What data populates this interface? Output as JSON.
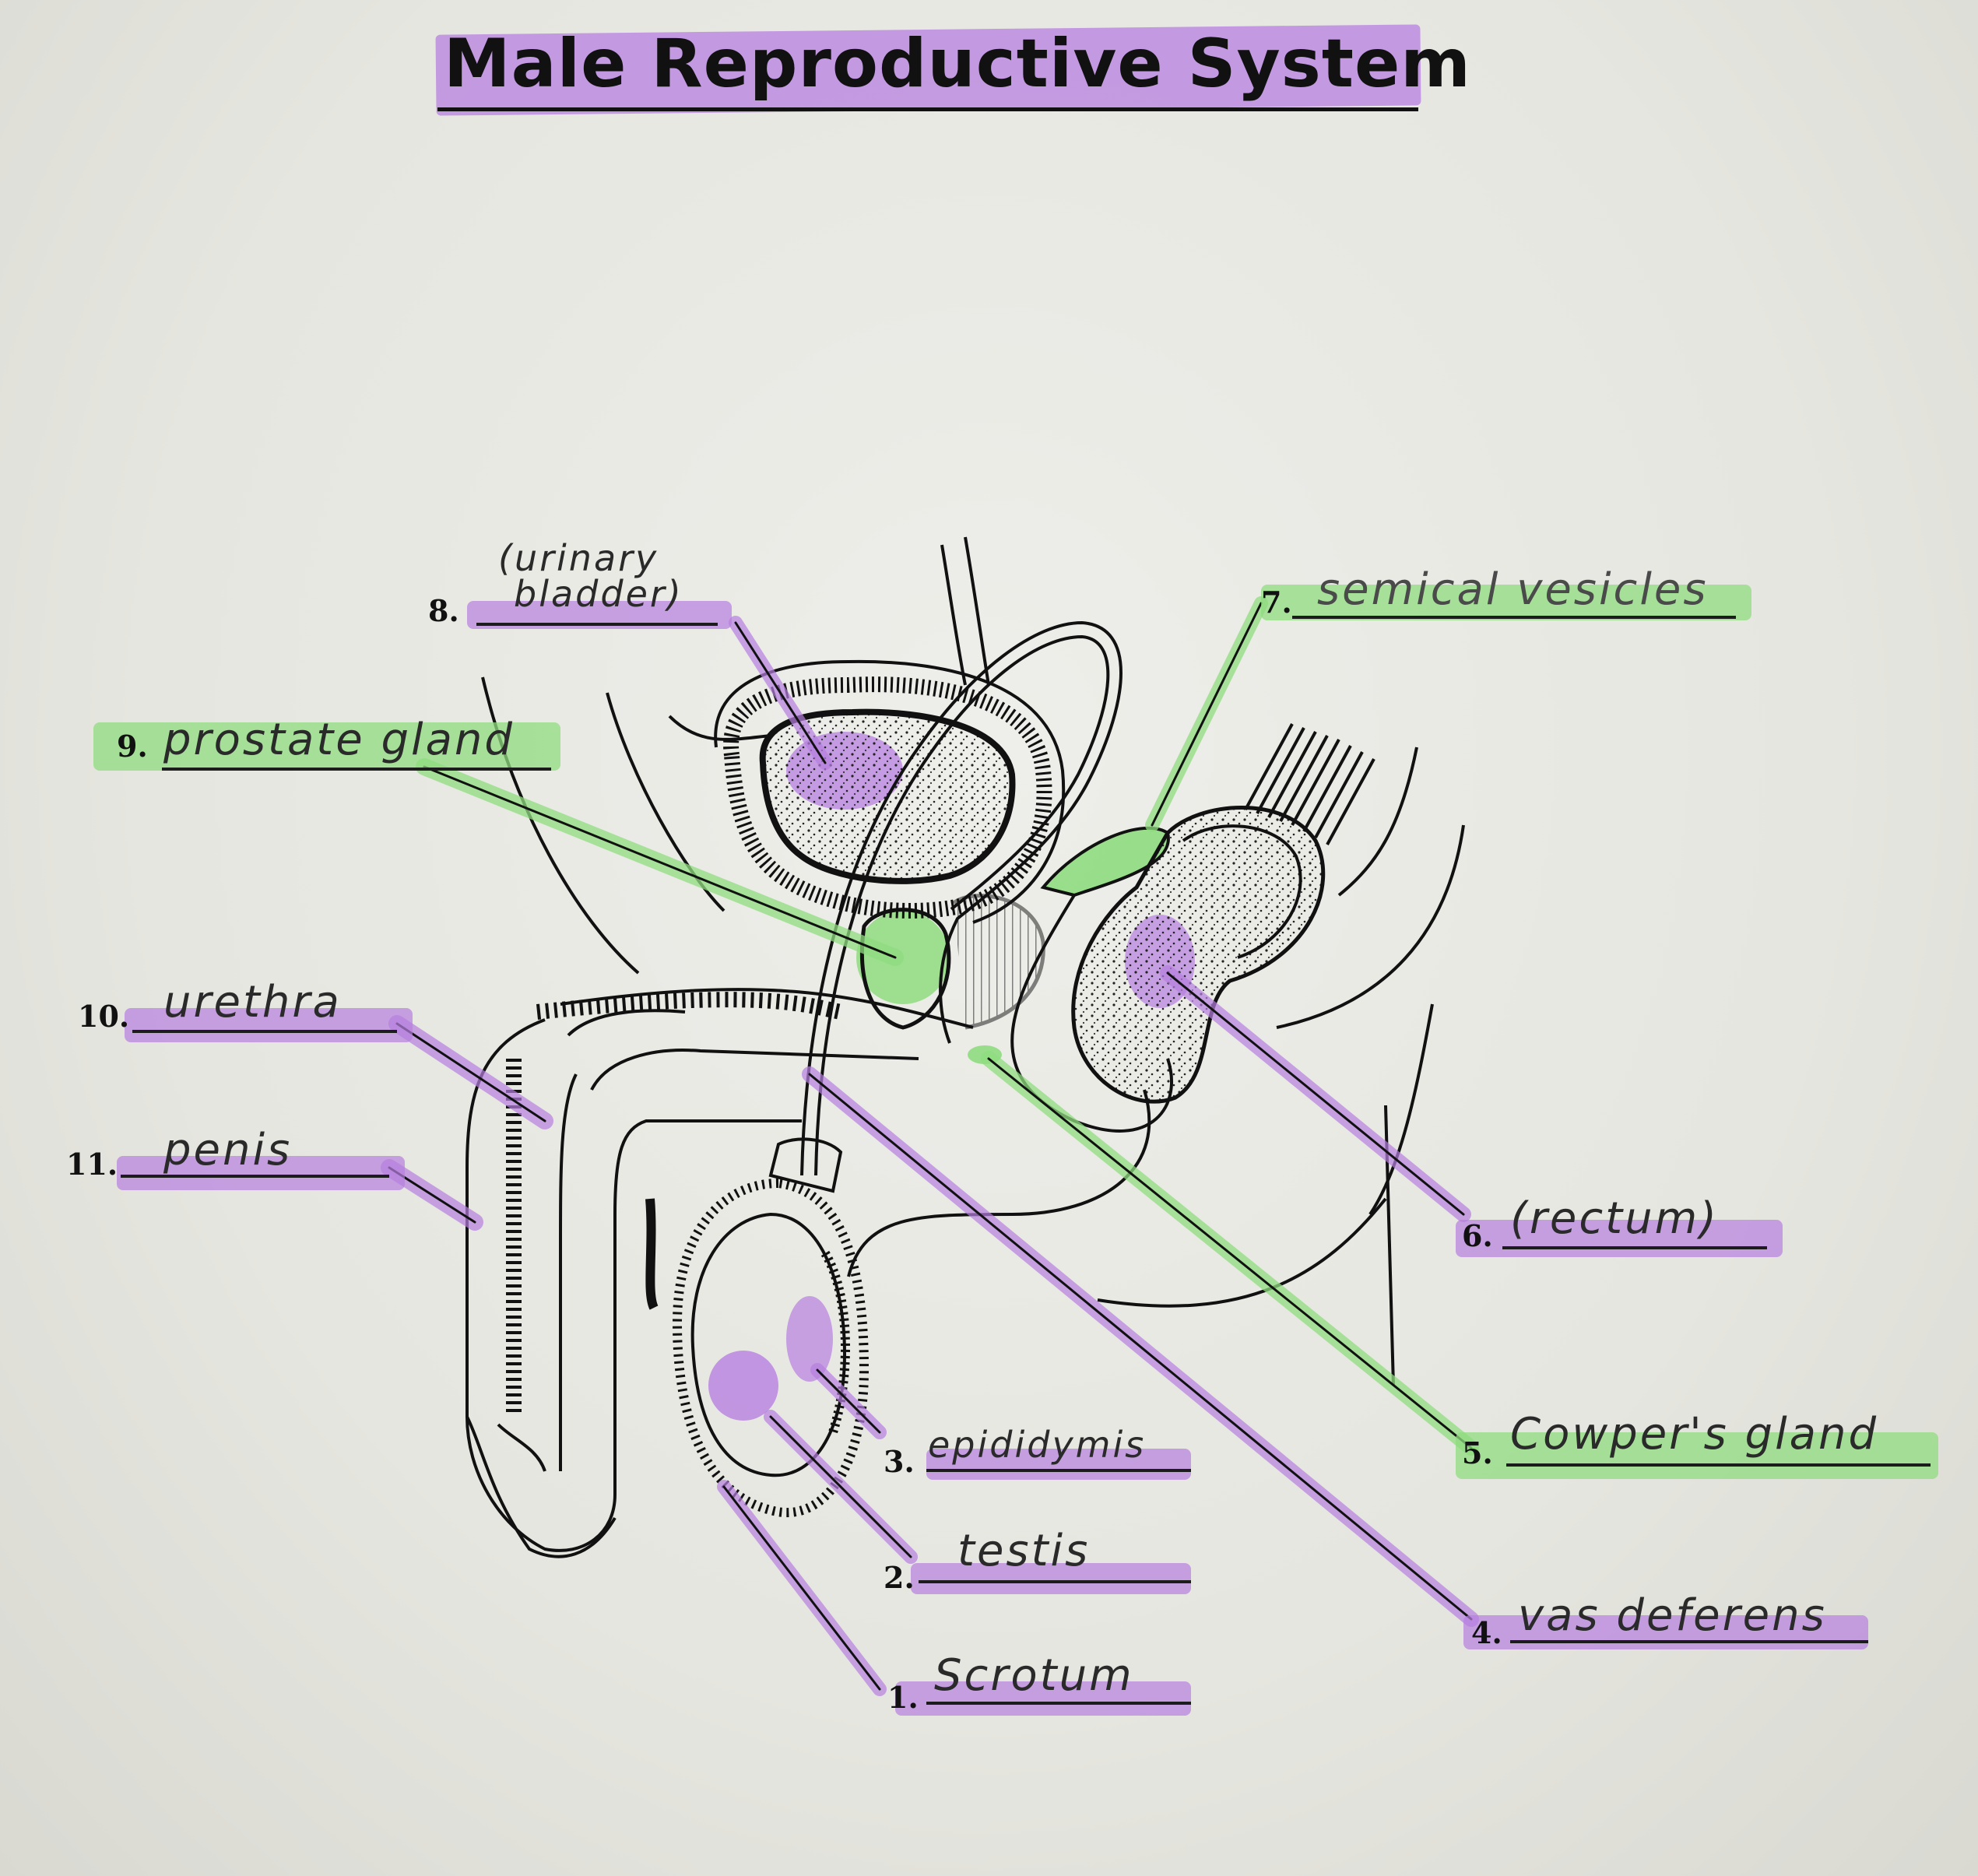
{
  "title": "Male Reproductive System",
  "colors": {
    "purple_highlight": "#b77fe0",
    "green_highlight": "#8fdc7f",
    "ink": "#111111"
  },
  "labels": [
    {
      "id": "scrotum",
      "number": "1.",
      "text": "Scrotum",
      "highlight": "purple"
    },
    {
      "id": "testis",
      "number": "2.",
      "text": "testis",
      "highlight": "purple"
    },
    {
      "id": "epididymis",
      "number": "3.",
      "text": "epididymis",
      "highlight": "purple"
    },
    {
      "id": "vas-deferens",
      "number": "4.",
      "text": "vas deferens",
      "highlight": "purple"
    },
    {
      "id": "cowpers-gland",
      "number": "5.",
      "text": "Cowper's gland",
      "highlight": "green"
    },
    {
      "id": "rectum",
      "number": "6.",
      "text": "(rectum)",
      "highlight": "purple"
    },
    {
      "id": "seminal-vesicles",
      "number": "7.",
      "text": "semical vesicles",
      "highlight": "green"
    },
    {
      "id": "urinary-bladder",
      "number": "8.",
      "text_line1": "(urinary",
      "text_line2": "bladder)",
      "highlight": "purple"
    },
    {
      "id": "prostate-gland",
      "number": "9.",
      "text": "prostate gland",
      "highlight": "green"
    },
    {
      "id": "urethra",
      "number": "10.",
      "text": "urethra",
      "highlight": "purple"
    },
    {
      "id": "penis",
      "number": "11.",
      "text": "penis",
      "highlight": "purple"
    }
  ]
}
